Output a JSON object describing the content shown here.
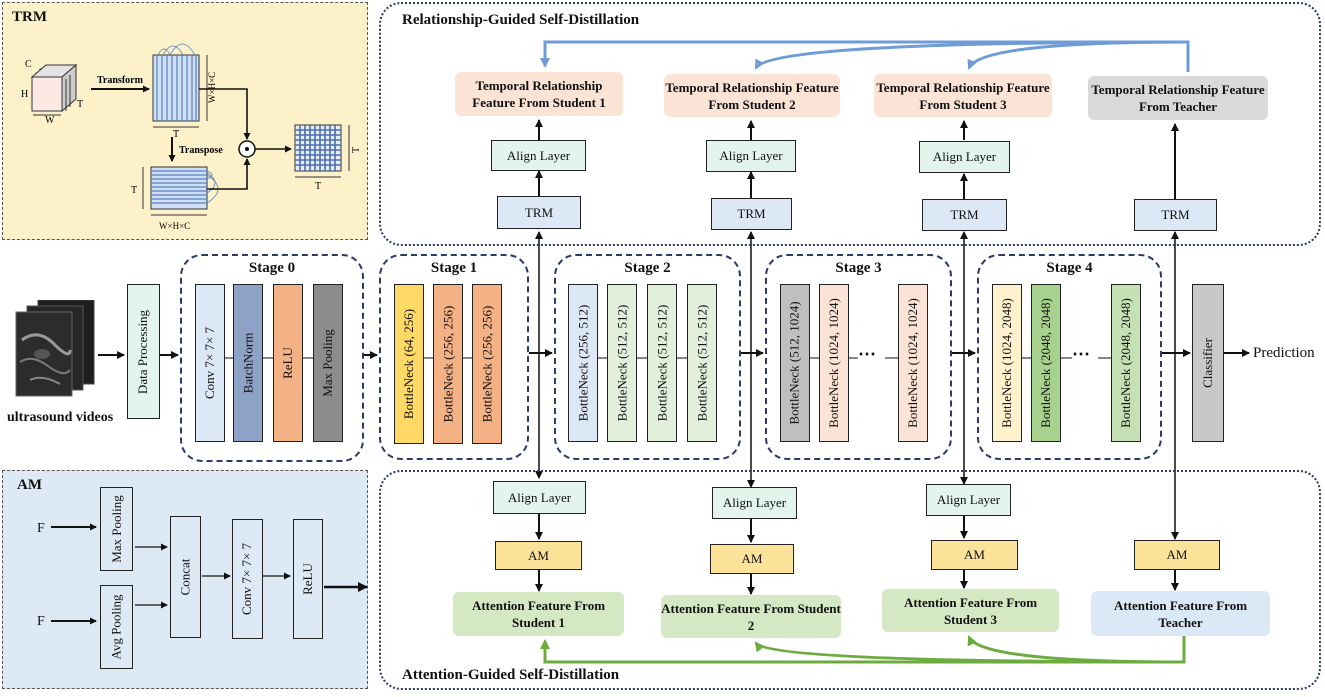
{
  "trm_panel": {
    "title": "TRM",
    "transform": "Transform",
    "transpose": "Transpose",
    "dim_c": "C",
    "dim_h": "H",
    "dim_w": "W",
    "dim_t": "T",
    "dim_whc": "W×H×C",
    "odot": "⊙"
  },
  "am_panel": {
    "title": "AM",
    "input": "F",
    "max_pool": "Max Pooling",
    "avg_pool": "Avg Pooling",
    "concat": "Concat",
    "conv": "Conv 7× 7× 7",
    "relu": "ReLU"
  },
  "rgsd": {
    "title": "Relationship-Guided Self-Distillation",
    "features": [
      "Temporal Relationship Feature From Student 1",
      "Temporal Relationship Feature From Student 2",
      "Temporal Relationship Feature From Student 3",
      "Temporal Relationship Feature From Teacher"
    ],
    "align": "Align Layer",
    "trm": "TRM"
  },
  "agsd": {
    "title": "Attention-Guided Self-Distillation",
    "features": [
      "Attention Feature From Student 1",
      "Attention Feature From Student 2",
      "Attention Feature From Student 3",
      "Attention Feature From Teacher"
    ],
    "align": "Align Layer",
    "am": "AM"
  },
  "pipeline": {
    "input_label": "ultrasound videos",
    "data_processing": "Data Processing",
    "stages": [
      {
        "title": "Stage 0",
        "blocks": [
          "Conv 7× 7× 7",
          "BatchNorm",
          "ReLU",
          "Max Pooling"
        ]
      },
      {
        "title": "Stage 1",
        "blocks": [
          "BottleNeck (64, 256)",
          "BottleNeck (256, 256)",
          "BottleNeck (256, 256)"
        ]
      },
      {
        "title": "Stage 2",
        "blocks": [
          "BottleNeck (256, 512)",
          "BottleNeck (512, 512)",
          "BottleNeck (512, 512)",
          "BottleNeck (512, 512)"
        ]
      },
      {
        "title": "Stage 3",
        "blocks": [
          "BottleNeck (512, 1024)",
          "BottleNeck (1024, 1024)",
          "BottleNeck (1024, 1024)"
        ]
      },
      {
        "title": "Stage 4",
        "blocks": [
          "BottleNeck (1024, 2048)",
          "BottleNeck (2048, 2048)",
          "BottleNeck (2048, 2048)"
        ]
      }
    ],
    "ellipsis": "⋯",
    "classifier": "Classifier",
    "output": "Prediction"
  },
  "colors": {
    "trm_bg": "#fdf1c9",
    "am_bg": "#dde9f5",
    "temporal_student": "#fbe3d6",
    "temporal_teacher": "#d9d9d9",
    "attention_student": "#d5e8c4",
    "attention_teacher": "#dbe9f6",
    "align": "#e2f4ec",
    "trm_box": "#dce8f6",
    "am_box": "#fce399",
    "blue_arrow": "#6f9bd7",
    "green_arrow": "#6cab3e"
  }
}
